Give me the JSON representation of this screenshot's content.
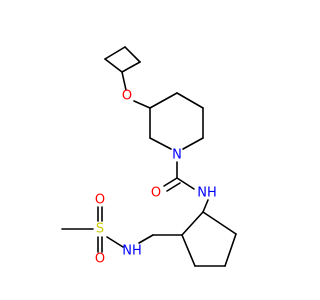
{
  "molecule": {
    "atoms": {
      "o_ether": {
        "label": "O",
        "color": "#ff0000"
      },
      "n_ring": {
        "label": "N",
        "color": "#0000ff"
      },
      "o_carbonyl": {
        "label": "O",
        "color": "#ff0000"
      },
      "n_amide": {
        "label": "NH",
        "color": "#0000ff"
      },
      "n_sulfonamide": {
        "label": "NH",
        "color": "#0000ff"
      },
      "s_sulfonyl": {
        "label": "S",
        "color": "#cccc00"
      },
      "o_sulfonyl_top": {
        "label": "O",
        "color": "#ff0000"
      },
      "o_sulfonyl_bottom": {
        "label": "O",
        "color": "#ff0000"
      }
    },
    "bond_color": "#000000"
  }
}
